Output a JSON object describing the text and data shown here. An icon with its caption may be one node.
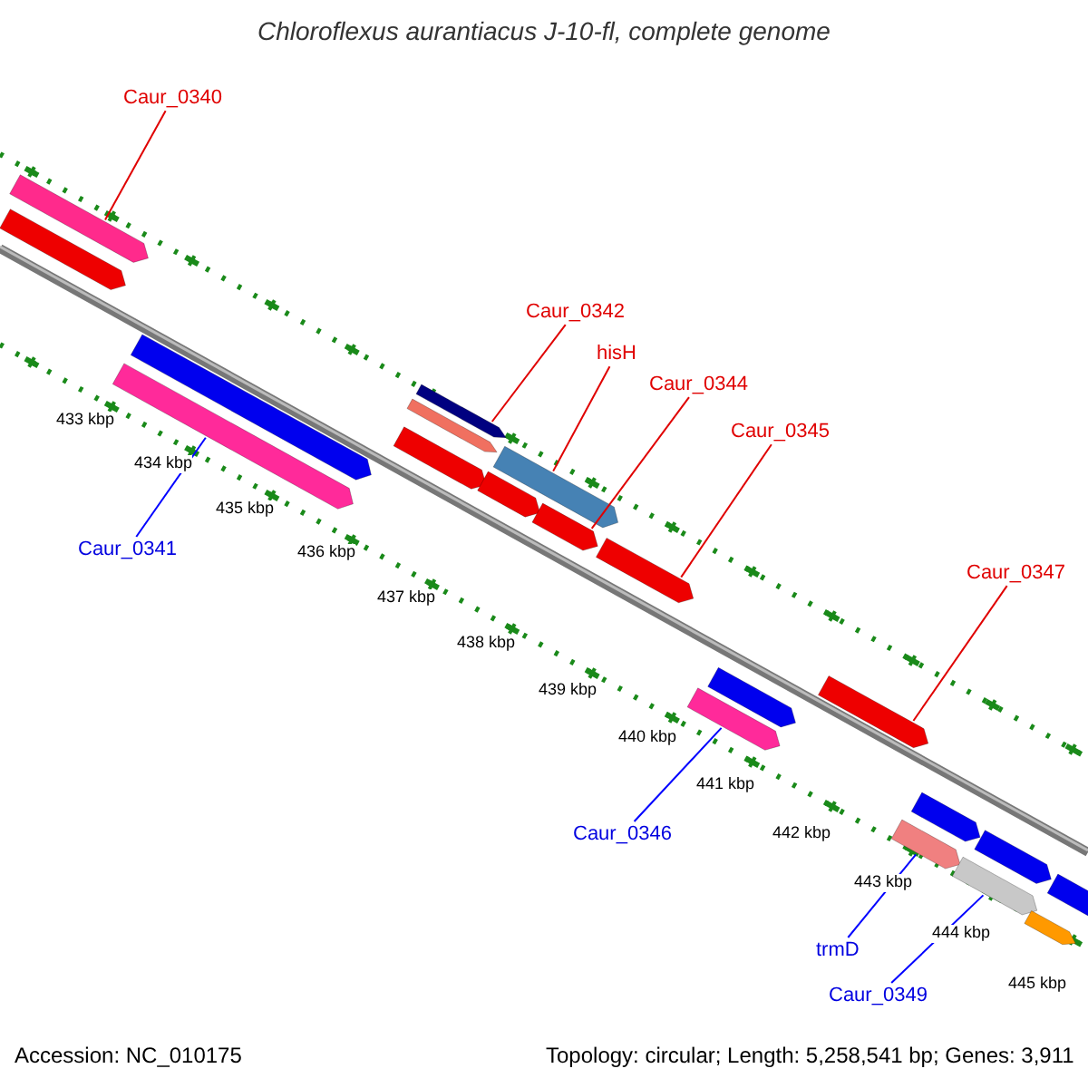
{
  "diagram": {
    "title": "Chloroflexus aurantiacus J-10-fl, complete genome",
    "nodes": [
      {
        "text": [
          "Caur_0340"
        ]
      },
      {
        "text": [
          "Caur_0342"
        ]
      },
      {
        "text": [
          "hisH"
        ]
      },
      {
        "text": [
          "Caur_0344"
        ]
      },
      {
        "text": [
          "Caur_0345"
        ]
      },
      {
        "text": [
          "Caur_0341"
        ]
      },
      {
        "text": [
          "Caur_0347"
        ]
      },
      {
        "text": [
          "Caur_0346"
        ]
      },
      {
        "text": [
          "trmD"
        ]
      },
      {
        "text": [
          "Caur_0349"
        ]
      },
      {
        "text": [],
        "shape": "arrow"
      },
      {
        "text": [],
        "shape": "arrow"
      },
      {
        "text": [],
        "shape": "arrow"
      },
      {
        "text": [],
        "shape": "arrow"
      },
      {
        "text": [],
        "shape": "arrow"
      },
      {
        "text": [],
        "shape": "arrow"
      },
      {
        "text": [],
        "shape": "arrow"
      },
      {
        "text": [],
        "shape": "arrow"
      },
      {
        "text": [],
        "shape": "arrow"
      },
      {
        "text": [],
        "shape": "arrow"
      },
      {
        "text": [],
        "shape": "arrow"
      },
      {
        "text": [],
        "shape": "arrow"
      },
      {
        "text": [],
        "shape": "arrow"
      },
      {
        "text": [],
        "shape": "arrow"
      },
      {
        "text": [],
        "shape": "arrow"
      },
      {
        "text": [],
        "shape": "arrow"
      },
      {
        "text": [],
        "shape": "arrow"
      },
      {
        "text": [],
        "shape": "arrow"
      },
      {
        "text": [],
        "shape": "arrow"
      },
      {
        "text": [],
        "shape": "arrow"
      }
    ],
    "edges": [
      {
        "from": 0,
        "to": 11,
        "arrow": "none"
      },
      {
        "from": 1,
        "to": 16,
        "arrow": "none"
      },
      {
        "from": 2,
        "to": 18,
        "arrow": "none"
      },
      {
        "from": 3,
        "to": 19,
        "arrow": "none"
      },
      {
        "from": 4,
        "to": 20,
        "arrow": "none"
      },
      {
        "from": 5,
        "to": 12,
        "arrow": "none",
        "color": "#0000ff"
      },
      {
        "from": 6,
        "to": 23,
        "arrow": "none"
      },
      {
        "from": 7,
        "to": 21,
        "arrow": "none",
        "color": "#0000ff"
      },
      {
        "from": 8,
        "to": 24,
        "arrow": "none",
        "color": "#0000ff"
      },
      {
        "from": 9,
        "to": 26,
        "arrow": "none",
        "color": "#0000ff"
      }
    ],
    "labels": [
      "433 kbp",
      "434 kbp",
      "435 kbp",
      "436 kbp",
      "437 kbp",
      "438 kbp",
      "439 kbp",
      "440 kbp",
      "441 kbp",
      "442 kbp",
      "443 kbp",
      "444 kbp",
      "445 kbp",
      "Accession: NC_010175",
      "Topology: circular; Length: 5,258,541 bp; Genes: 3,911"
    ]
  }
}
